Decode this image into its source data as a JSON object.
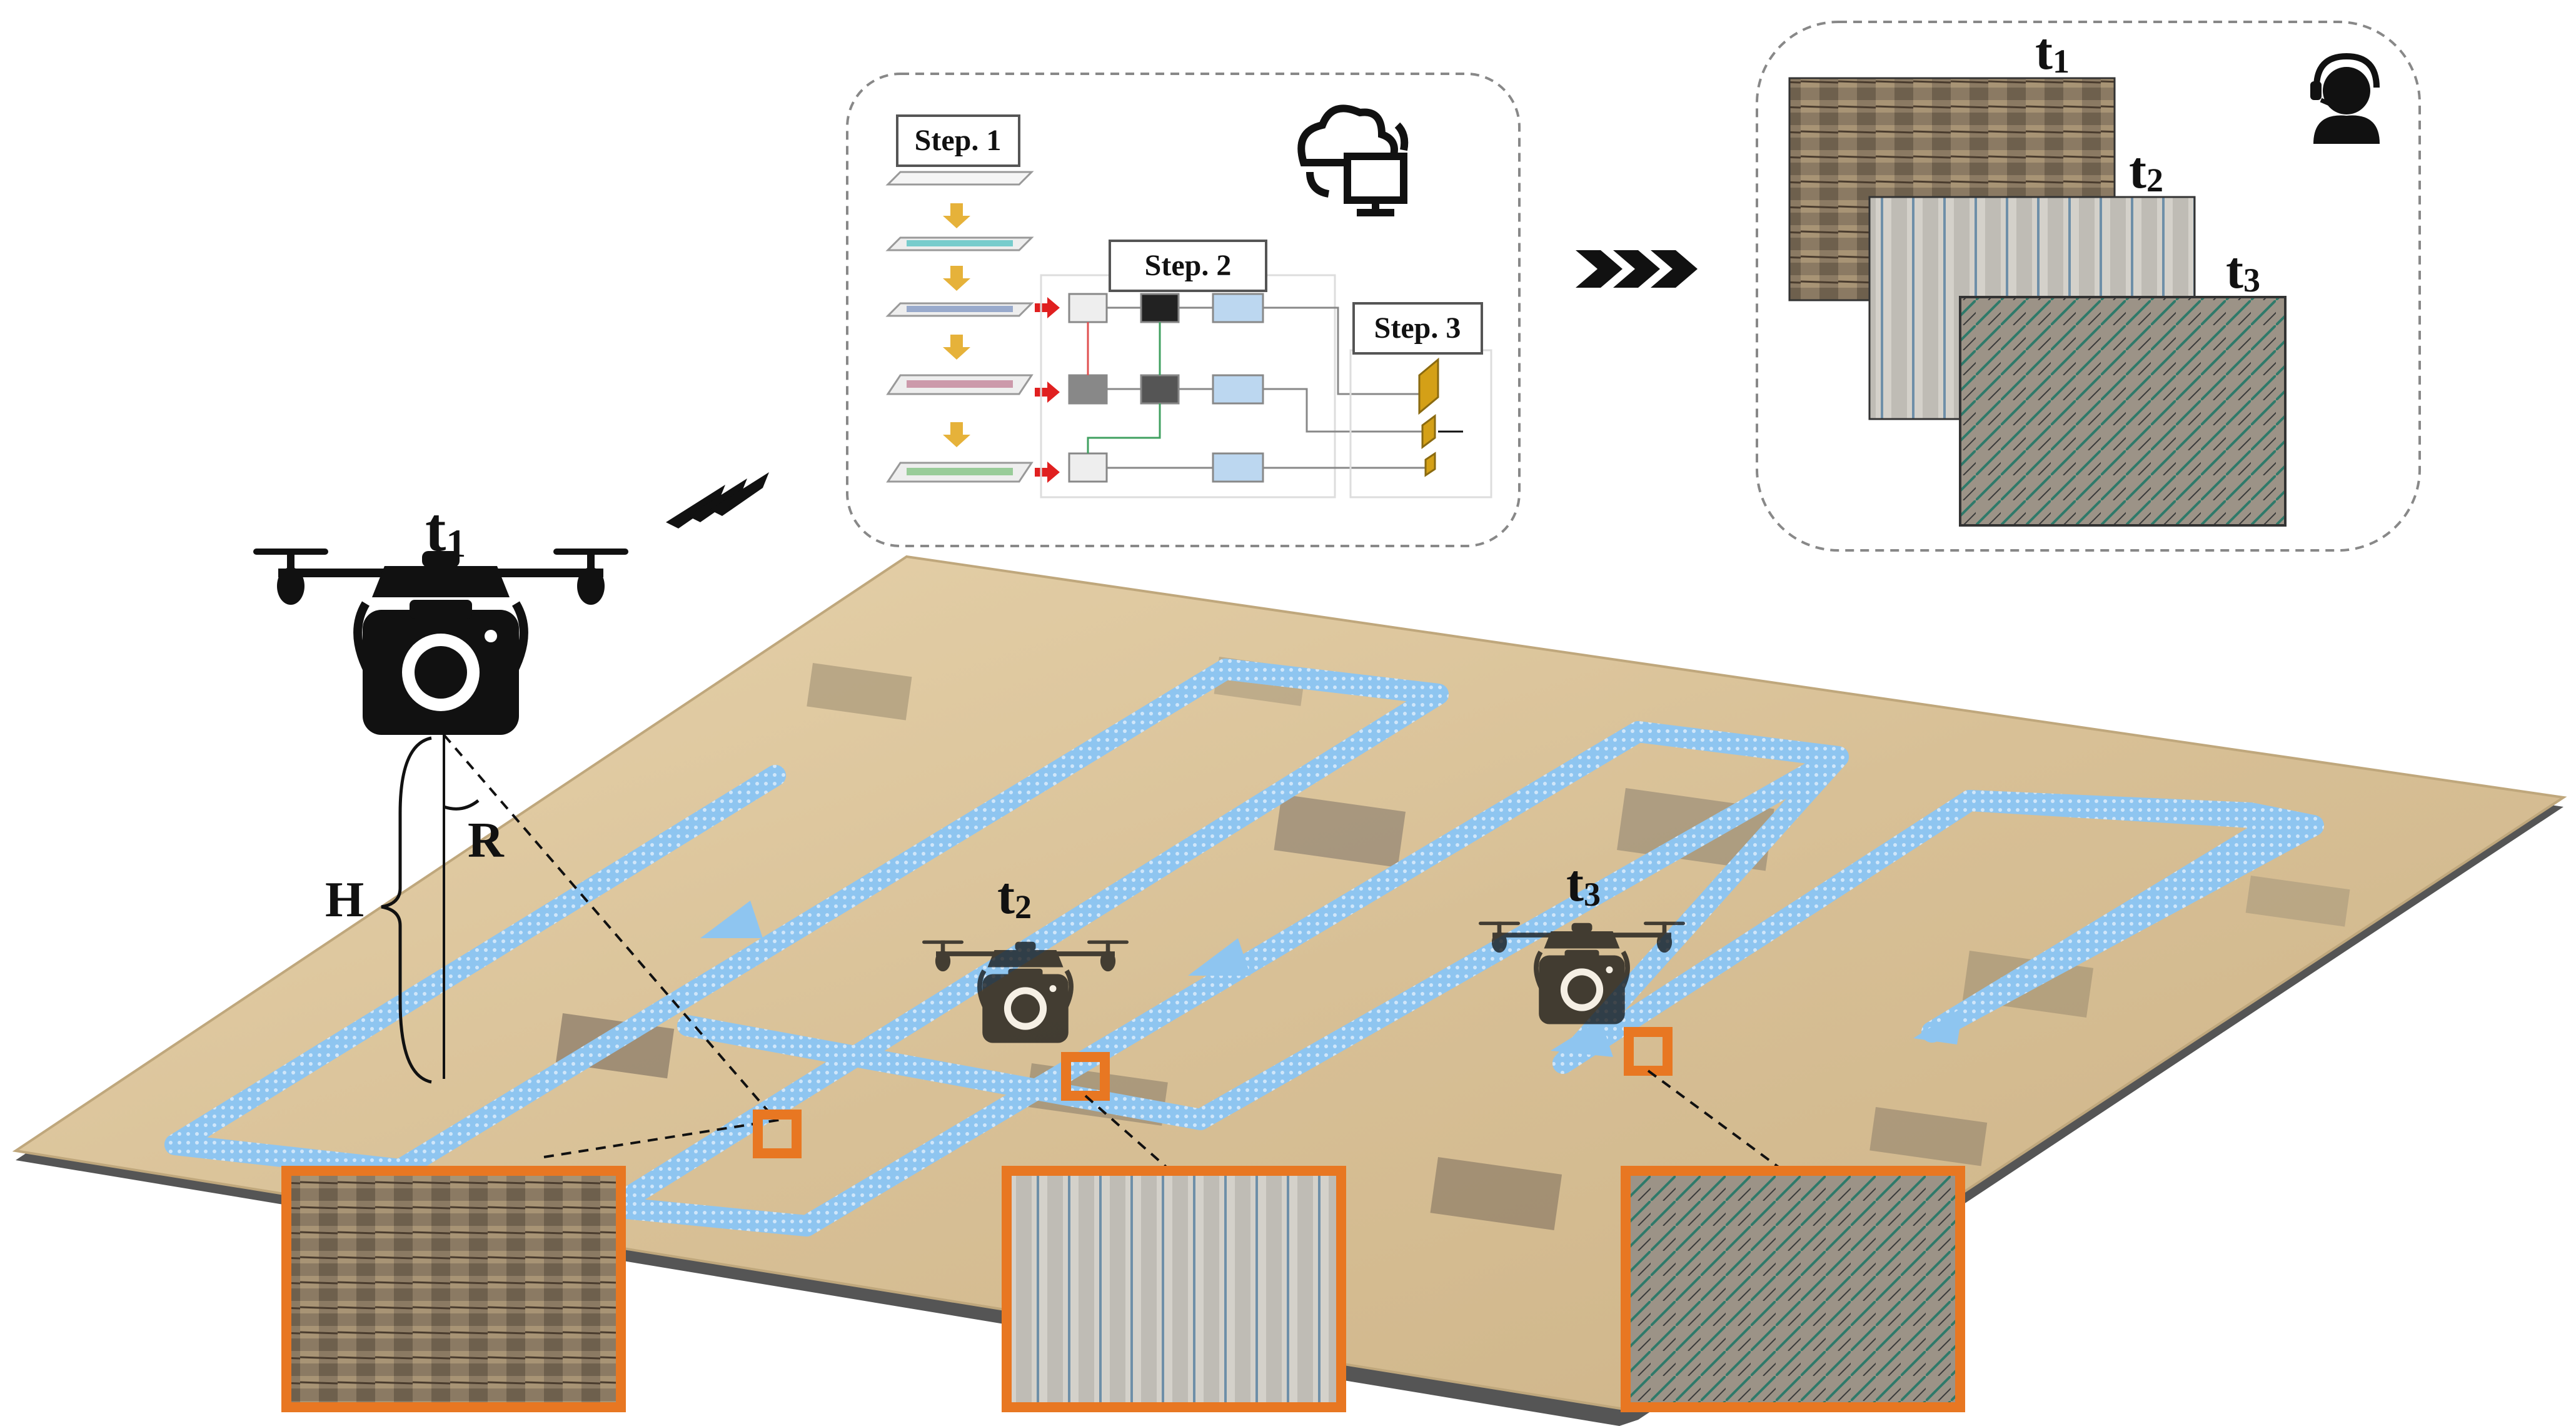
{
  "diagram": {
    "drone_main": {
      "time_label": "t",
      "time_sub": "1"
    },
    "drone_mid": {
      "time_label": "t",
      "time_sub": "2"
    },
    "drone_right": {
      "time_label": "t",
      "time_sub": "3"
    },
    "height_label": "H",
    "radius_label": "R",
    "pipeline": {
      "step1_label": "Step. 1",
      "step2_label": "Step. 2",
      "step3_label": "Step. 3"
    },
    "results": {
      "t1": {
        "label": "t",
        "sub": "1"
      },
      "t2": {
        "label": "t",
        "sub": "2"
      },
      "t3": {
        "label": "t",
        "sub": "3"
      }
    },
    "icons": [
      "cloud-computer-icon",
      "operator-headset-icon",
      "chevron-arrows-icon",
      "drone-camera-icon"
    ],
    "colors": {
      "flight_path": "#8ec5f0",
      "highlight_box": "#e87722",
      "ground": "#d9c39a"
    }
  }
}
